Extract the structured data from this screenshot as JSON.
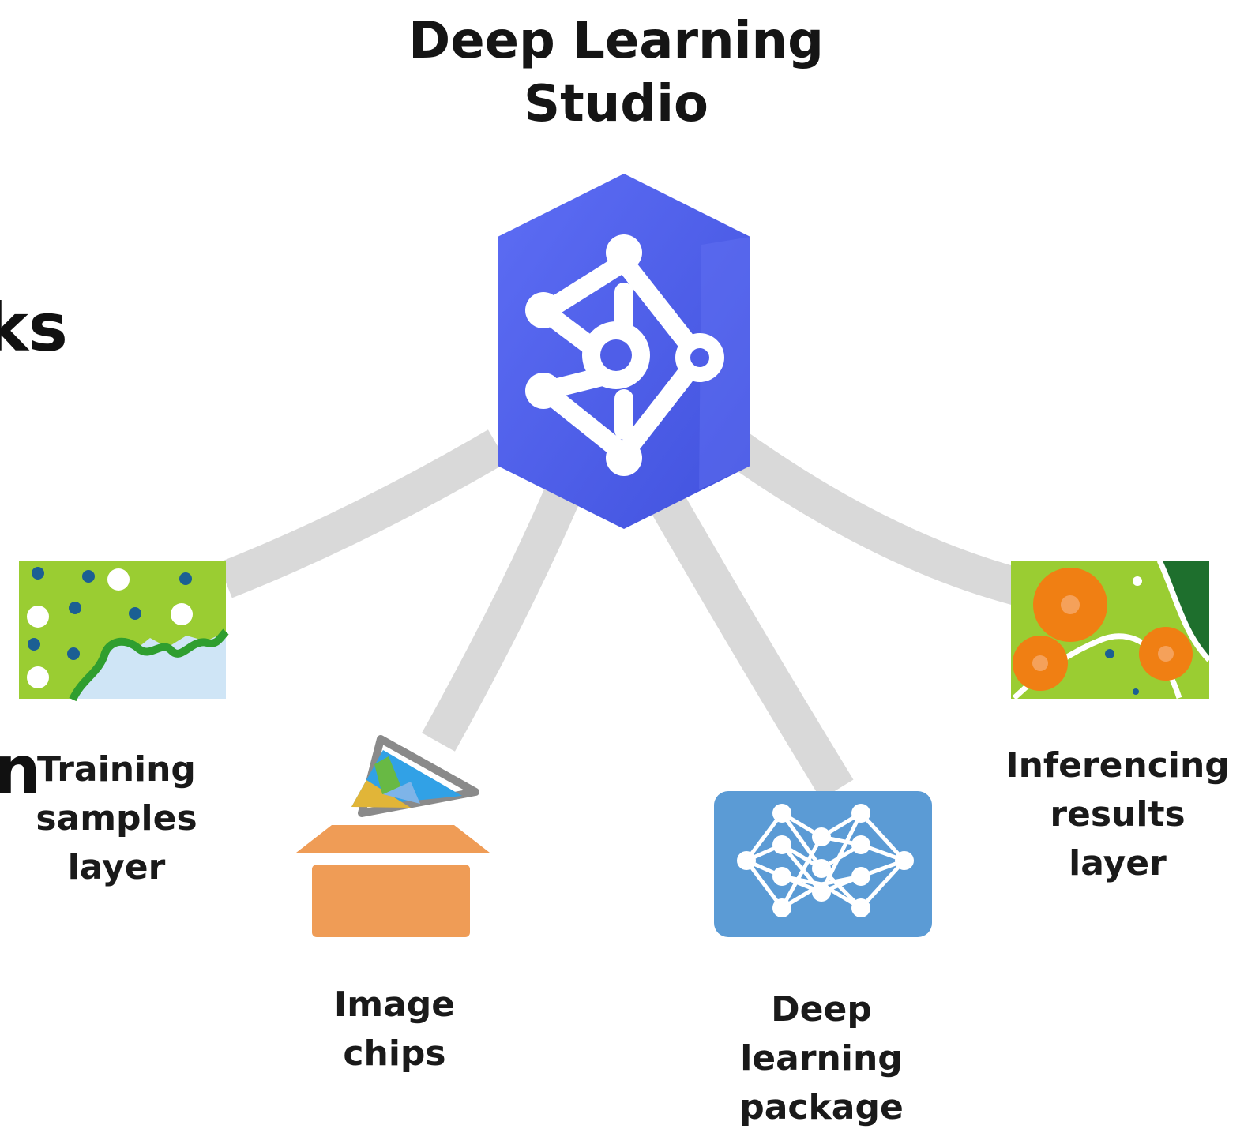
{
  "diagram": {
    "title": "Deep Learning Studio",
    "cropped_left_fragment_1": "ks",
    "cropped_left_fragment_2": "n",
    "nodes": {
      "training": {
        "label": "Training samples layer"
      },
      "chips": {
        "label": "Image chips"
      },
      "package": {
        "label": "Deep learning package"
      },
      "inference": {
        "label": "Inferencing results layer"
      }
    }
  },
  "icons": {
    "hub": "deep-learning-studio-icon",
    "training": "training-samples-map-icon",
    "chips": "image-chips-box-icon",
    "package": "neural-network-package-icon",
    "inference": "inferencing-results-map-icon"
  },
  "colors": {
    "hub": "#4f5ee8",
    "connector": "#d9d9d9",
    "map_green": "#9acd32",
    "map_dark_green": "#1e6f2d",
    "water": "#cfe5f6",
    "box_orange": "#ec9a53",
    "package_blue": "#5b9bd5",
    "inference_orange": "#f07f13"
  }
}
